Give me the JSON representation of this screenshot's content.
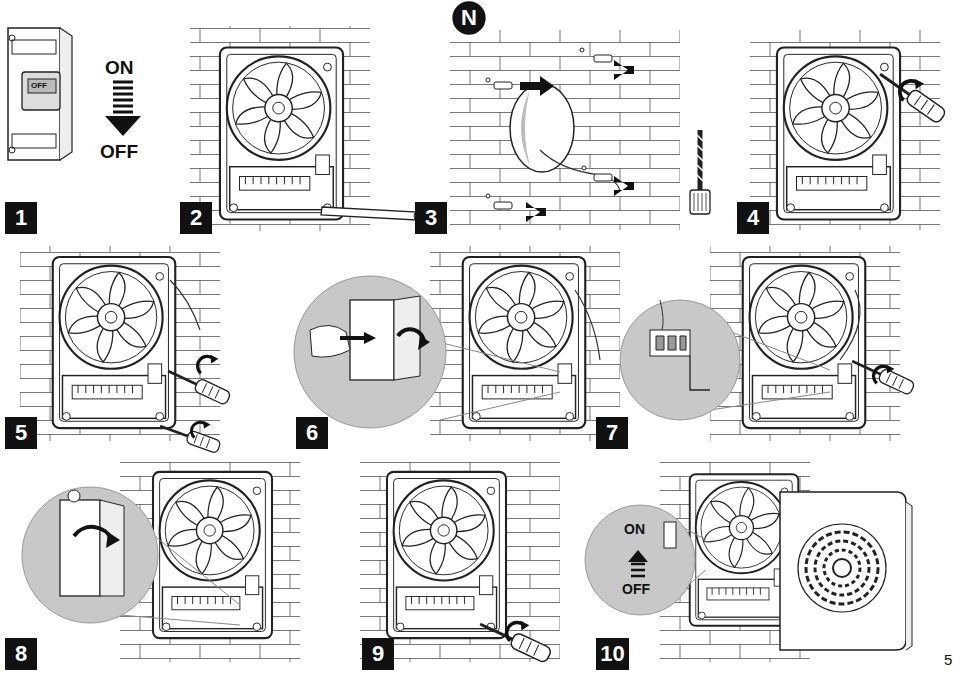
{
  "diagram": {
    "nodes": [
      {
        "text": [
          "N"
        ]
      },
      {
        "text": [
          "1"
        ]
      },
      {
        "text": [
          "2"
        ]
      },
      {
        "text": [
          "3"
        ]
      },
      {
        "text": [
          "4"
        ]
      },
      {
        "text": [
          "5"
        ]
      },
      {
        "text": [
          "6"
        ]
      },
      {
        "text": [
          "7"
        ]
      },
      {
        "text": [
          "8"
        ]
      },
      {
        "text": [
          "9"
        ]
      },
      {
        "text": [
          "10"
        ]
      }
    ],
    "labels": [
      "OFF",
      "ON",
      "OFF",
      "ON",
      "OFF",
      "5"
    ]
  }
}
